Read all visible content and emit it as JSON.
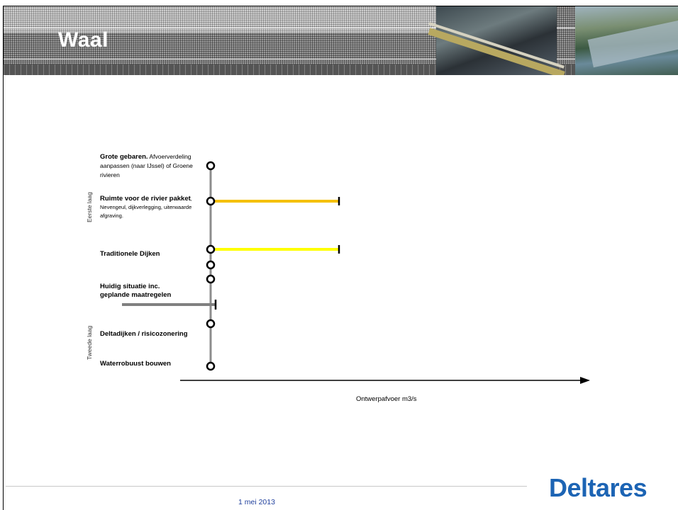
{
  "slide": {
    "title": "Waal",
    "date": "1 mei 2013",
    "logo_text": "Deltares"
  },
  "diagram": {
    "group_labels": [
      "Eerste laag",
      "Tweede laag"
    ],
    "x_axis_label": "Ontwerpafvoer m3/s",
    "nodes": [
      {
        "bold": "Grote gebaren.",
        "text": " Afvoerverdeling aanpassen (naar IJssel) of Groene rivieren"
      },
      {
        "bold": "Ruimte voor de rivier pakket",
        "text": ", Nevengeul, dijkverlegging, uiterwaarde afgraving."
      },
      {
        "bold": "Traditionele Dijken",
        "text": ""
      },
      {
        "bold": "Huidig situatie inc. geplande maatregelen",
        "text": ""
      },
      {
        "bold": "Deltadijken / risicozonering",
        "text": ""
      },
      {
        "bold": "Waterrobuust bouwen",
        "text": ""
      }
    ],
    "colors": {
      "ruimte_bar": "#f5c000",
      "dijken_bar": "#ffff00",
      "huidig_bar": "#808080",
      "spine": "#8c8c8c"
    }
  }
}
